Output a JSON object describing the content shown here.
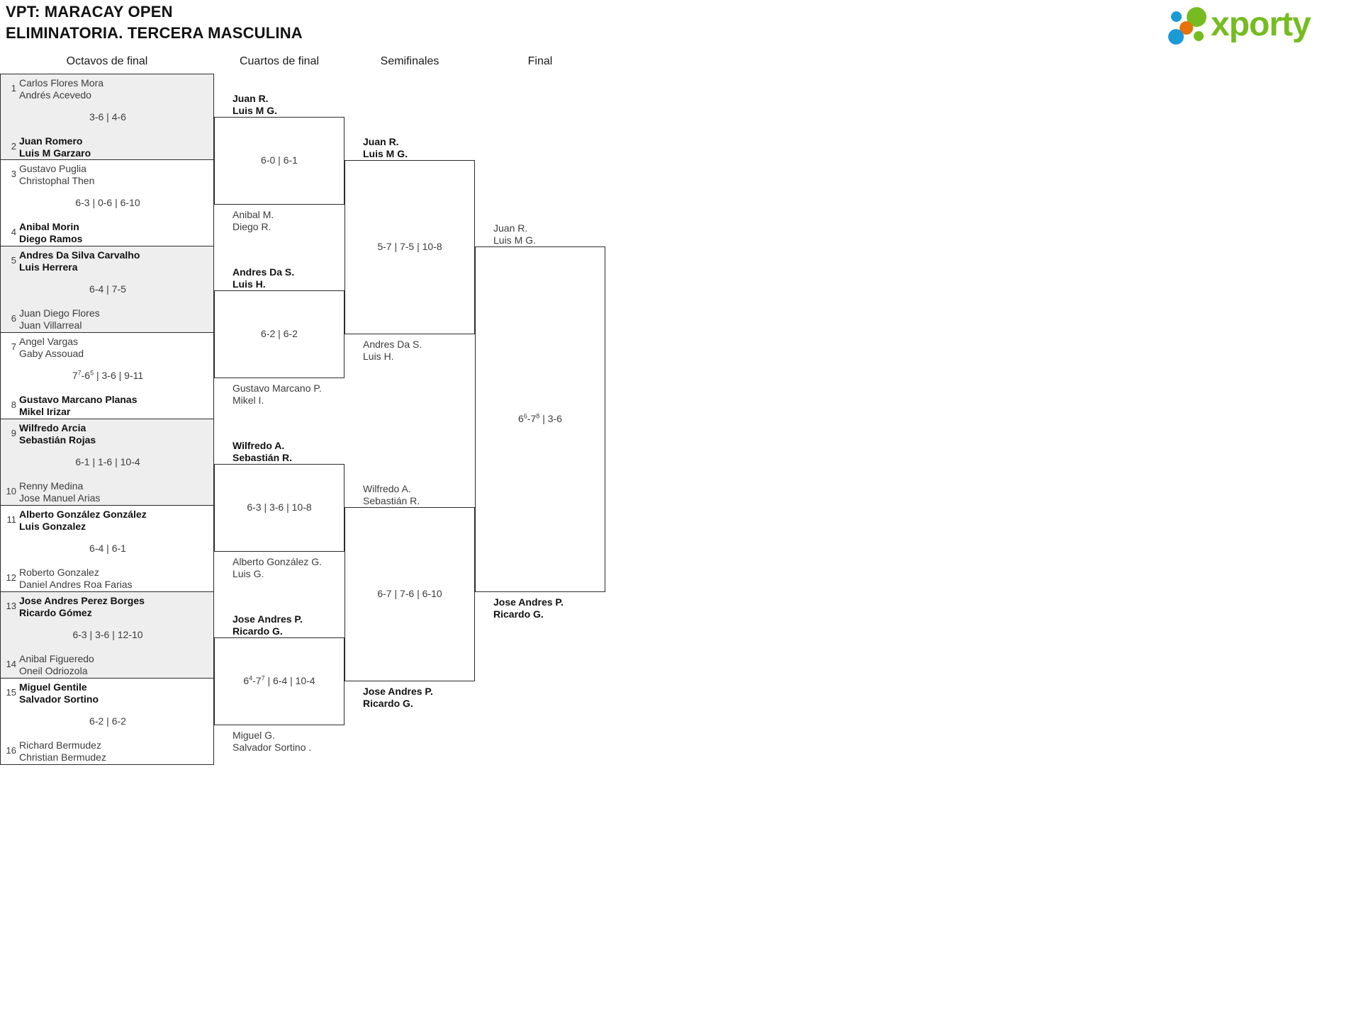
{
  "header": {
    "title_line1": "VPT: MARACAY OPEN",
    "title_line2": "ELIMINATORIA. TERCERA MASCULINA",
    "logo_text": "xporty",
    "colors": {
      "green": "#76bc21",
      "blue": "#1b9ad6",
      "orange": "#e8720c"
    }
  },
  "rounds": [
    {
      "label": "Octavos de final"
    },
    {
      "label": "Cuartos de final"
    },
    {
      "label": "Semifinales"
    },
    {
      "label": "Final"
    }
  ],
  "round1": [
    {
      "seed_top": "1",
      "top1": "Carlos Flores Mora",
      "top2": "Andrés Acevedo",
      "seed_bot": "2",
      "bot1": "Juan Romero",
      "bot2": "Luis M Garzaro",
      "score": "3-6 | 4-6",
      "winner": "bottom",
      "shaded": true
    },
    {
      "seed_top": "3",
      "top1": "Gustavo Puglia",
      "top2": "Christophal Then",
      "seed_bot": "4",
      "bot1": "Anibal Morin",
      "bot2": "Diego Ramos",
      "score": "6-3 | 0-6 | 6-10",
      "winner": "bottom",
      "shaded": false
    },
    {
      "seed_top": "5",
      "top1": "Andres Da Silva Carvalho",
      "top2": "Luis Herrera",
      "seed_bot": "6",
      "bot1": "Juan Diego Flores",
      "bot2": "Juan Villarreal",
      "score": "6-4 | 7-5",
      "winner": "top",
      "shaded": true
    },
    {
      "seed_top": "7",
      "top1": "Angel Vargas",
      "top2": "Gaby Assouad",
      "seed_bot": "8",
      "bot1": "Gustavo Marcano Planas",
      "bot2": "Mikel Irizar",
      "score": "7<sup>7</sup>-6<sup>5</sup> | 3-6 | 9-11",
      "winner": "bottom",
      "shaded": false
    },
    {
      "seed_top": "9",
      "top1": "Wilfredo Arcia",
      "top2": "Sebastián Rojas",
      "seed_bot": "10",
      "bot1": "Renny Medina",
      "bot2": "Jose Manuel Arias",
      "score": "6-1 | 1-6 | 10-4",
      "winner": "top",
      "shaded": true
    },
    {
      "seed_top": "11",
      "top1": "Alberto González González",
      "top2": "Luis Gonzalez",
      "seed_bot": "12",
      "bot1": "Roberto Gonzalez",
      "bot2": "Daniel Andres Roa Farias",
      "score": "6-4 | 6-1",
      "winner": "top",
      "shaded": false
    },
    {
      "seed_top": "13",
      "top1": "Jose Andres Perez Borges",
      "top2": "Ricardo Gómez",
      "seed_bot": "14",
      "bot1": "Anibal Figueredo",
      "bot2": "Oneil Odriozola",
      "score": "6-3 | 3-6 | 12-10",
      "winner": "top",
      "shaded": true
    },
    {
      "seed_top": "15",
      "top1": "Miguel Gentile",
      "top2": "Salvador Sortino",
      "seed_bot": "16",
      "bot1": "Richard Bermudez",
      "bot2": "Christian Bermudez",
      "score": "6-2 | 6-2",
      "winner": "top",
      "shaded": false
    }
  ],
  "round2": [
    {
      "top1": "Juan R.",
      "top2": "Luis M G.",
      "bot1": "Anibal M.",
      "bot2": "Diego R.",
      "score": "6-0 | 6-1",
      "winner": "top"
    },
    {
      "top1": "Andres Da S.",
      "top2": "Luis H.",
      "bot1": "Gustavo Marcano P.",
      "bot2": "Mikel I.",
      "score": "6-2 | 6-2",
      "winner": "top"
    },
    {
      "top1": "Wilfredo A.",
      "top2": "Sebastián R.",
      "bot1": "Alberto González G.",
      "bot2": "Luis G.",
      "score": "6-3 | 3-6 | 10-8",
      "winner": "top"
    },
    {
      "top1": "Jose Andres P.",
      "top2": "Ricardo G.",
      "bot1": "Miguel G.",
      "bot2": "Salvador Sortino .",
      "score": "6<sup>4</sup>-7<sup>7</sup> | 6-4 | 10-4",
      "winner": "top"
    }
  ],
  "round3": [
    {
      "top1": "Juan R.",
      "top2": "Luis M G.",
      "bot1": "Andres Da S.",
      "bot2": "Luis H.",
      "score": "5-7 | 7-5 | 10-8",
      "winner": "top"
    },
    {
      "top1": "Wilfredo A.",
      "top2": "Sebastián R.",
      "bot1": "Jose Andres P.",
      "bot2": "Ricardo G.",
      "score": "6-7 | 7-6 | 6-10",
      "winner": "bottom"
    }
  ],
  "round4": [
    {
      "top1": "Juan R.",
      "top2": "Luis M G.",
      "bot1": "Jose Andres P.",
      "bot2": "Ricardo G.",
      "score": "6<sup>6</sup>-7<sup>8</sup> | 3-6",
      "winner": "bottom"
    }
  ]
}
